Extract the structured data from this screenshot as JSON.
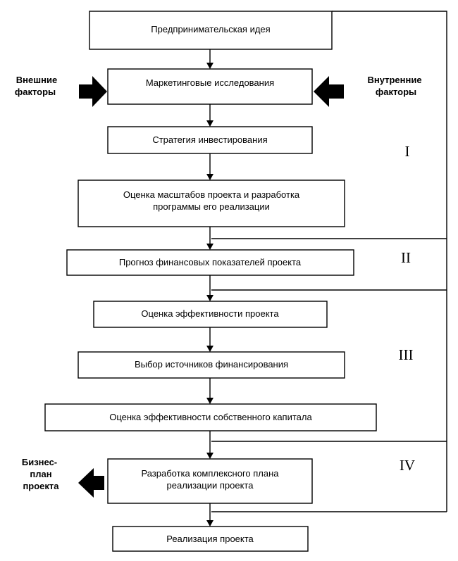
{
  "boxes": {
    "idea": "Предпринимательская  идея",
    "marketing": "Маркетинговые исследования",
    "strategy": "Стратегия инвестирования",
    "scale_line1": "Оценка масштабов проекта  и  разработка",
    "scale_line2": "программы его реализации",
    "forecast": "Прогноз финансовых показателей проекта",
    "efficiency": "Оценка  эффективности проекта",
    "sources": "Выбор источников финансирования",
    "equity": "Оценка эффективности собственного капитала",
    "plan_line1": "Разработка комплексного плана",
    "plan_line2": "реализации проекта",
    "implementation": "Реализация проекта"
  },
  "side_labels": {
    "external_line1": "Внешние",
    "external_line2": "факторы",
    "internal_line1": "Внутренние",
    "internal_line2": "факторы",
    "bizplan_line1": "Бизнес-",
    "bizplan_line2": "план",
    "bizplan_line3": "проекта"
  },
  "stages": {
    "stage1": "I",
    "stage2": "II",
    "stage3": "III",
    "stage4": "IV"
  }
}
